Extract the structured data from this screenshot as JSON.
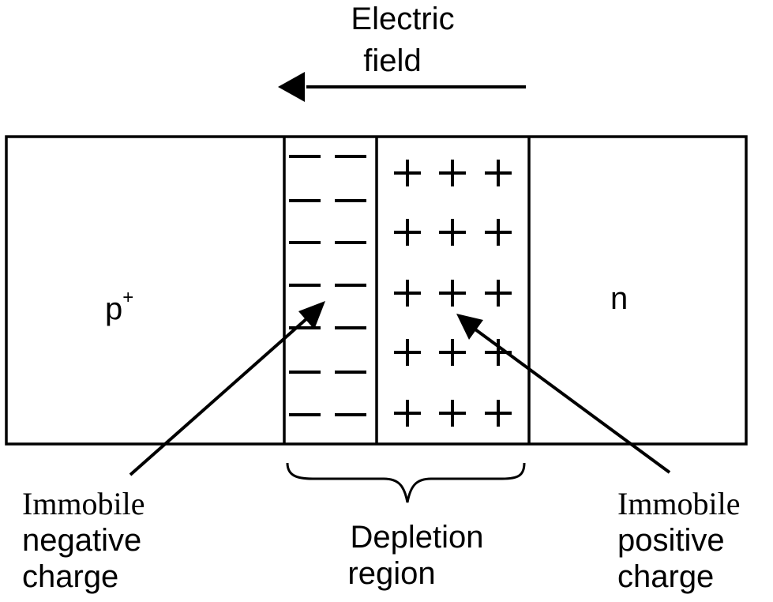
{
  "field": {
    "line1": "Electric",
    "line2": "field"
  },
  "regions": {
    "p_main": "p",
    "p_sup": "+",
    "n": "n"
  },
  "charges": {
    "negative_symbol": "−",
    "positive_symbol": "+"
  },
  "labels": {
    "negative": [
      "Immobile",
      "negative",
      "charge"
    ],
    "depletion": [
      "Depletion",
      "region"
    ],
    "positive": [
      "Immobile",
      "positive",
      "charge"
    ]
  },
  "colors": {
    "stroke": "#000000",
    "background": "#ffffff"
  }
}
